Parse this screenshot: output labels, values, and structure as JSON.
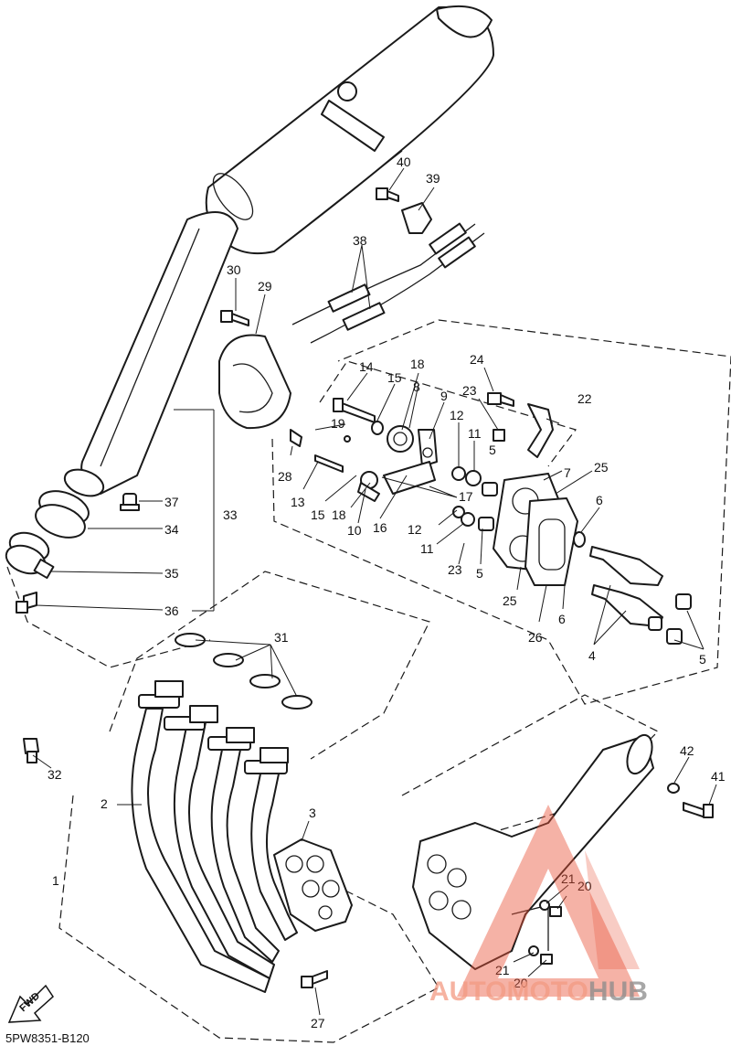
{
  "diagram": {
    "code": "5PW8351-B120",
    "fwd_label": "FWD",
    "watermark": {
      "part1": "AUTOMOTO",
      "part2": "HUB",
      "color_red": "#e8553a",
      "color_gray": "#777777"
    },
    "callouts": {
      "c1": "1",
      "c2": "2",
      "c3": "3",
      "c4": "4",
      "c5a": "5",
      "c5b": "5",
      "c5c": "5",
      "c6a": "6",
      "c6b": "6",
      "c7": "7",
      "c8": "8",
      "c9": "9",
      "c10": "10",
      "c11a": "11",
      "c11b": "11",
      "c12a": "12",
      "c12b": "12",
      "c13": "13",
      "c14": "14",
      "c15a": "15",
      "c15b": "15",
      "c16": "16",
      "c17": "17",
      "c18a": "18",
      "c18b": "18",
      "c19": "19",
      "c20a": "20",
      "c20b": "20",
      "c21a": "21",
      "c21b": "21",
      "c22": "22",
      "c23a": "23",
      "c23b": "23",
      "c24": "24",
      "c25a": "25",
      "c25b": "25",
      "c26": "26",
      "c27": "27",
      "c28": "28",
      "c29": "29",
      "c30": "30",
      "c31": "31",
      "c32": "32",
      "c33": "33",
      "c34": "34",
      "c35": "35",
      "c36": "36",
      "c37": "37",
      "c38": "38",
      "c39": "39",
      "c40": "40",
      "c41": "41",
      "c42": "42"
    }
  }
}
